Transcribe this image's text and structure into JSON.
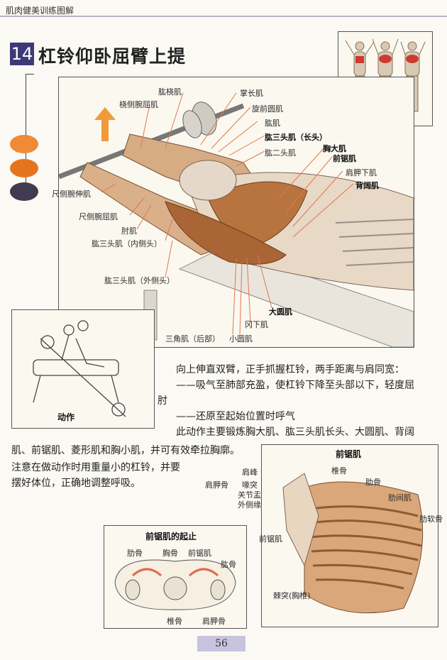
{
  "header": {
    "title": "肌肉健美训练图解"
  },
  "exercise": {
    "number": "14",
    "title": "杠铃仰卧屈臂上提"
  },
  "main_labels": {
    "brachioradialis": "肱桡肌",
    "flexor_carpi_radialis": "桡侧腕屈肌",
    "palmaris_longus": "掌长肌",
    "pronator_teres": "旋前圆肌",
    "brachialis": "肱肌",
    "triceps_long": "肱三头肌（长头）",
    "biceps": "肱二头肌",
    "pectoralis_major": "胸大肌",
    "serratus_anterior": "前锯肌",
    "subscapularis": "肩胛下肌",
    "latissimus": "背阔肌",
    "extensor_carpi_ulnaris": "尺侧腕伸肌",
    "flexor_carpi_ulnaris": "尺侧腕屈肌",
    "anconeus": "肘肌",
    "triceps_medial": "肱三头肌（内侧头）",
    "triceps_lateral": "肱三头肌（外侧头）",
    "teres_major": "大圆肌",
    "infraspinatus": "冈下肌",
    "deltoid_posterior": "三角肌（后部）",
    "teres_minor": "小圆肌"
  },
  "movement_caption": "动作",
  "instructions": {
    "line1": "向上伸直双臂，正手抓握杠铃，两手距离与肩同宽：",
    "line2": "——吸气至肺部充盈，使杠铃下降至头部以下，轻度屈",
    "line3": "肘",
    "line4": "——还原至起始位置时呼气",
    "line5": "此动作主要锻炼胸大肌、肱三头肌长头、大圆肌、背阔",
    "line6": "肌、前锯肌、菱形肌和胸小肌，并可有效牵拉胸廓。",
    "line7": "注意在做动作时用重量小的杠铃，并要",
    "line8": "摆好体位，正确地调整呼吸。"
  },
  "serratus_panel": {
    "title": "前锯肌",
    "scapula_group": "肩胛骨",
    "acromion": "肩峰",
    "coracoid": "喙突",
    "glenoid": "关节盂",
    "lateral_border": "外侧缘",
    "sternum": "椎骨",
    "ribs": "肋骨",
    "intercostals": "肋间肌",
    "costal_cartilage": "肋软骨",
    "serratus": "前锯肌",
    "spinous": "棘突(胸椎)"
  },
  "origin_panel": {
    "title": "前锯肌的起止",
    "ribs": "肋骨",
    "chest_bone": "胸骨",
    "serratus": "前锯肌",
    "humerus": "肱骨",
    "vertebra": "椎骨",
    "scapula": "肩胛骨"
  },
  "page_number": "56",
  "colors": {
    "accent": "#3d3a78",
    "muscle": "#b8743e",
    "dot1": "#f08a36",
    "dot2": "#e5741f",
    "dot3": "#403a52"
  }
}
